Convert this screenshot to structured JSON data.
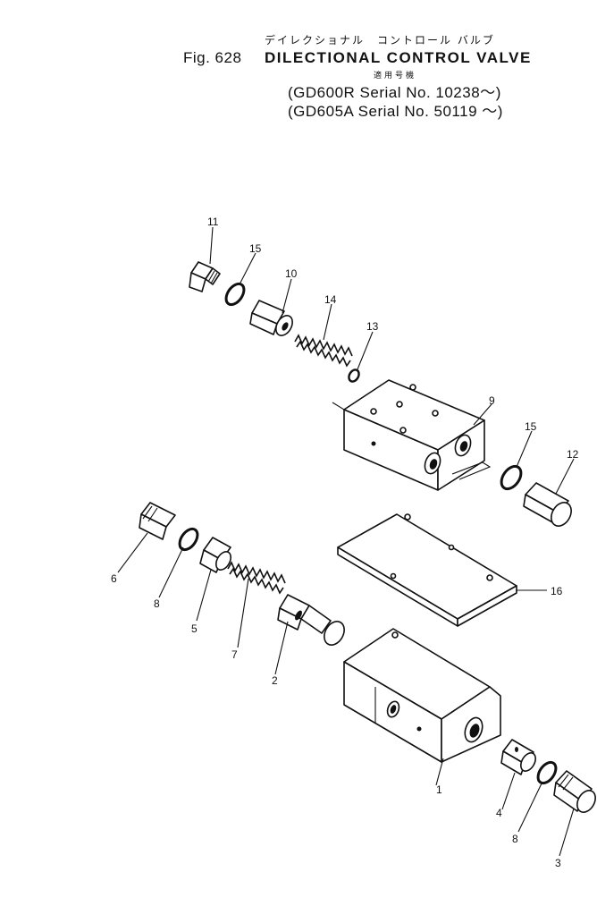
{
  "header": {
    "kana_title": "デイレクショナル　コントロール バルブ",
    "figure_number": "Fig. 628",
    "title": "DILECTIONAL  CONTROL VALVE",
    "applicable_label": "適用号機",
    "serials": [
      "GD600R  Serial  No.  10238～",
      "GD605A Serial  No.  50119  ～"
    ]
  },
  "diagram": {
    "part_labels": [
      "1",
      "2",
      "3",
      "4",
      "5",
      "6",
      "7",
      "8",
      "8",
      "9",
      "10",
      "11",
      "12",
      "13",
      "14",
      "15",
      "15",
      "16"
    ]
  }
}
